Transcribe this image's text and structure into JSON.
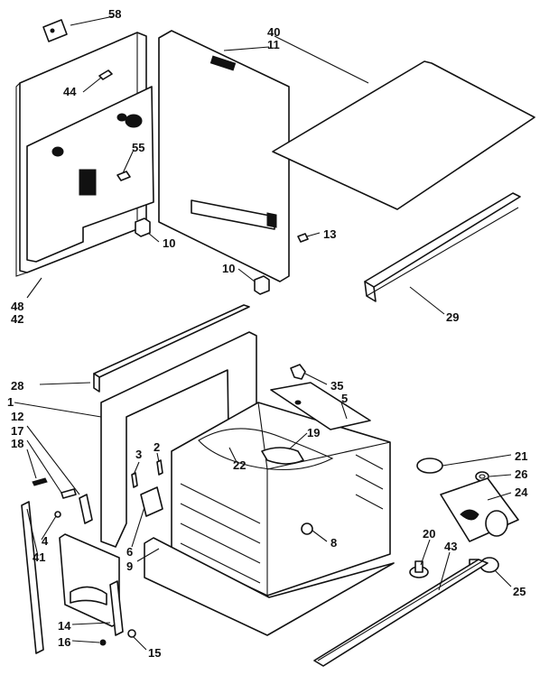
{
  "callouts": [
    {
      "key": "c58",
      "text": "58"
    },
    {
      "key": "c40",
      "text": "40"
    },
    {
      "key": "c11",
      "text": "11"
    },
    {
      "key": "c44",
      "text": "44"
    },
    {
      "key": "c55",
      "text": "55"
    },
    {
      "key": "c10a",
      "text": "10"
    },
    {
      "key": "c13",
      "text": "13"
    },
    {
      "key": "c10b",
      "text": "10"
    },
    {
      "key": "c48",
      "text": "48"
    },
    {
      "key": "c42",
      "text": "42"
    },
    {
      "key": "c29",
      "text": "29"
    },
    {
      "key": "c28",
      "text": "28"
    },
    {
      "key": "c35",
      "text": "35"
    },
    {
      "key": "c1",
      "text": "1"
    },
    {
      "key": "c5",
      "text": "5"
    },
    {
      "key": "c12",
      "text": "12"
    },
    {
      "key": "c17",
      "text": "17"
    },
    {
      "key": "c18",
      "text": "18"
    },
    {
      "key": "c19",
      "text": "19"
    },
    {
      "key": "c3",
      "text": "3"
    },
    {
      "key": "c2",
      "text": "2"
    },
    {
      "key": "c22",
      "text": "22"
    },
    {
      "key": "c21",
      "text": "21"
    },
    {
      "key": "c26",
      "text": "26"
    },
    {
      "key": "c24",
      "text": "24"
    },
    {
      "key": "c4",
      "text": "4"
    },
    {
      "key": "c41",
      "text": "41"
    },
    {
      "key": "c6",
      "text": "6"
    },
    {
      "key": "c9",
      "text": "9"
    },
    {
      "key": "c8",
      "text": "8"
    },
    {
      "key": "c20",
      "text": "20"
    },
    {
      "key": "c43",
      "text": "43"
    },
    {
      "key": "c25",
      "text": "25"
    },
    {
      "key": "c14",
      "text": "14"
    },
    {
      "key": "c16",
      "text": "16"
    },
    {
      "key": "c15",
      "text": "15"
    }
  ]
}
